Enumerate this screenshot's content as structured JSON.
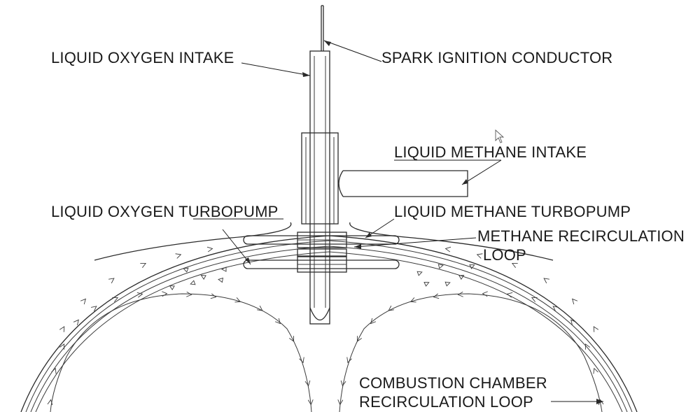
{
  "labels": {
    "lox_intake": "LIQUID OXYGEN INTAKE",
    "spark": "SPARK IGNITION CONDUCTOR",
    "lch4_intake": "LIQUID METHANE INTAKE",
    "lox_pump": "LIQUID OXYGEN TURBOPUMP",
    "lch4_pump": "LIQUID METHANE TURBOPUMP",
    "methane_loop_1": "METHANE RECIRCULATION",
    "methane_loop_2": "LOOP",
    "chamber_loop_1": "COMBUSTION CHAMBER",
    "chamber_loop_2": "RECIRCULATION LOOP"
  },
  "colors": {
    "line": "#2a2a2a",
    "text": "#1a1a1a",
    "background": "#ffffff"
  },
  "icons": {
    "cursor": "mouse-pointer-icon"
  }
}
